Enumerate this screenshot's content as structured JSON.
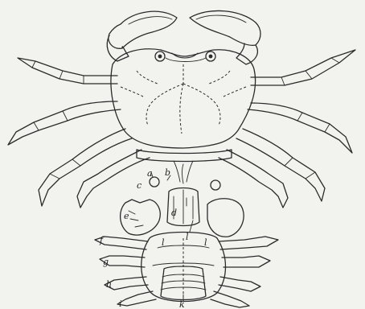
{
  "labels": {
    "a": "a",
    "b": "b",
    "c": "c",
    "d": "d",
    "e": "e",
    "f": "f",
    "g": "g",
    "h": "h",
    "i": "i",
    "k": "k",
    "l_left": "l",
    "l_center": "l",
    "l_right": "l"
  },
  "colors": {
    "paper": "#f2f2ef",
    "ink": "#2b2b2b"
  }
}
